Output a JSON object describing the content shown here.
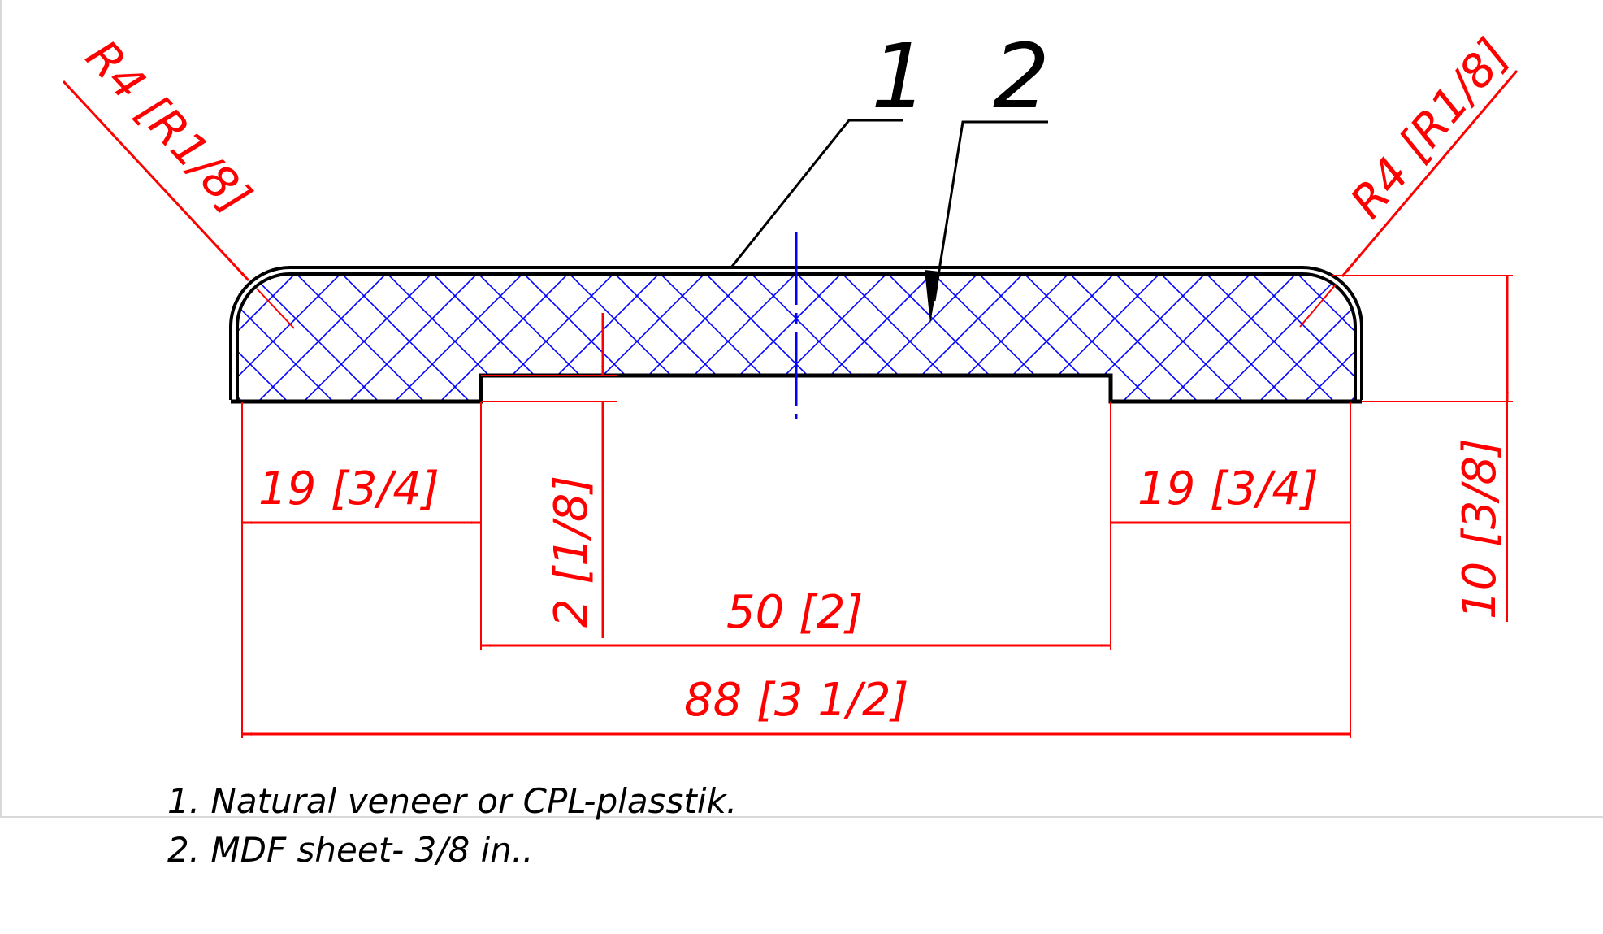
{
  "colors": {
    "dimension": "#ff0000",
    "hatch": "#0000ff",
    "outline": "#000000",
    "background": "#ffffff",
    "frame": "#d9d9d9"
  },
  "callouts": {
    "one": "1",
    "two": "2"
  },
  "dimensions": {
    "radius_left": "R4 [R1/8]",
    "radius_right": "R4 [R1/8]",
    "left_flange": "19 [3/4]",
    "right_flange": "19 [3/4]",
    "groove_depth": "2 [1/8]",
    "groove_width": "50 [2]",
    "total_width": "88 [3 1/2]",
    "thickness": "10 [3/8]"
  },
  "notes": [
    "1. Natural veneer or CPL-plasstik.",
    "2. MDF sheet- 3/8 in.."
  ]
}
